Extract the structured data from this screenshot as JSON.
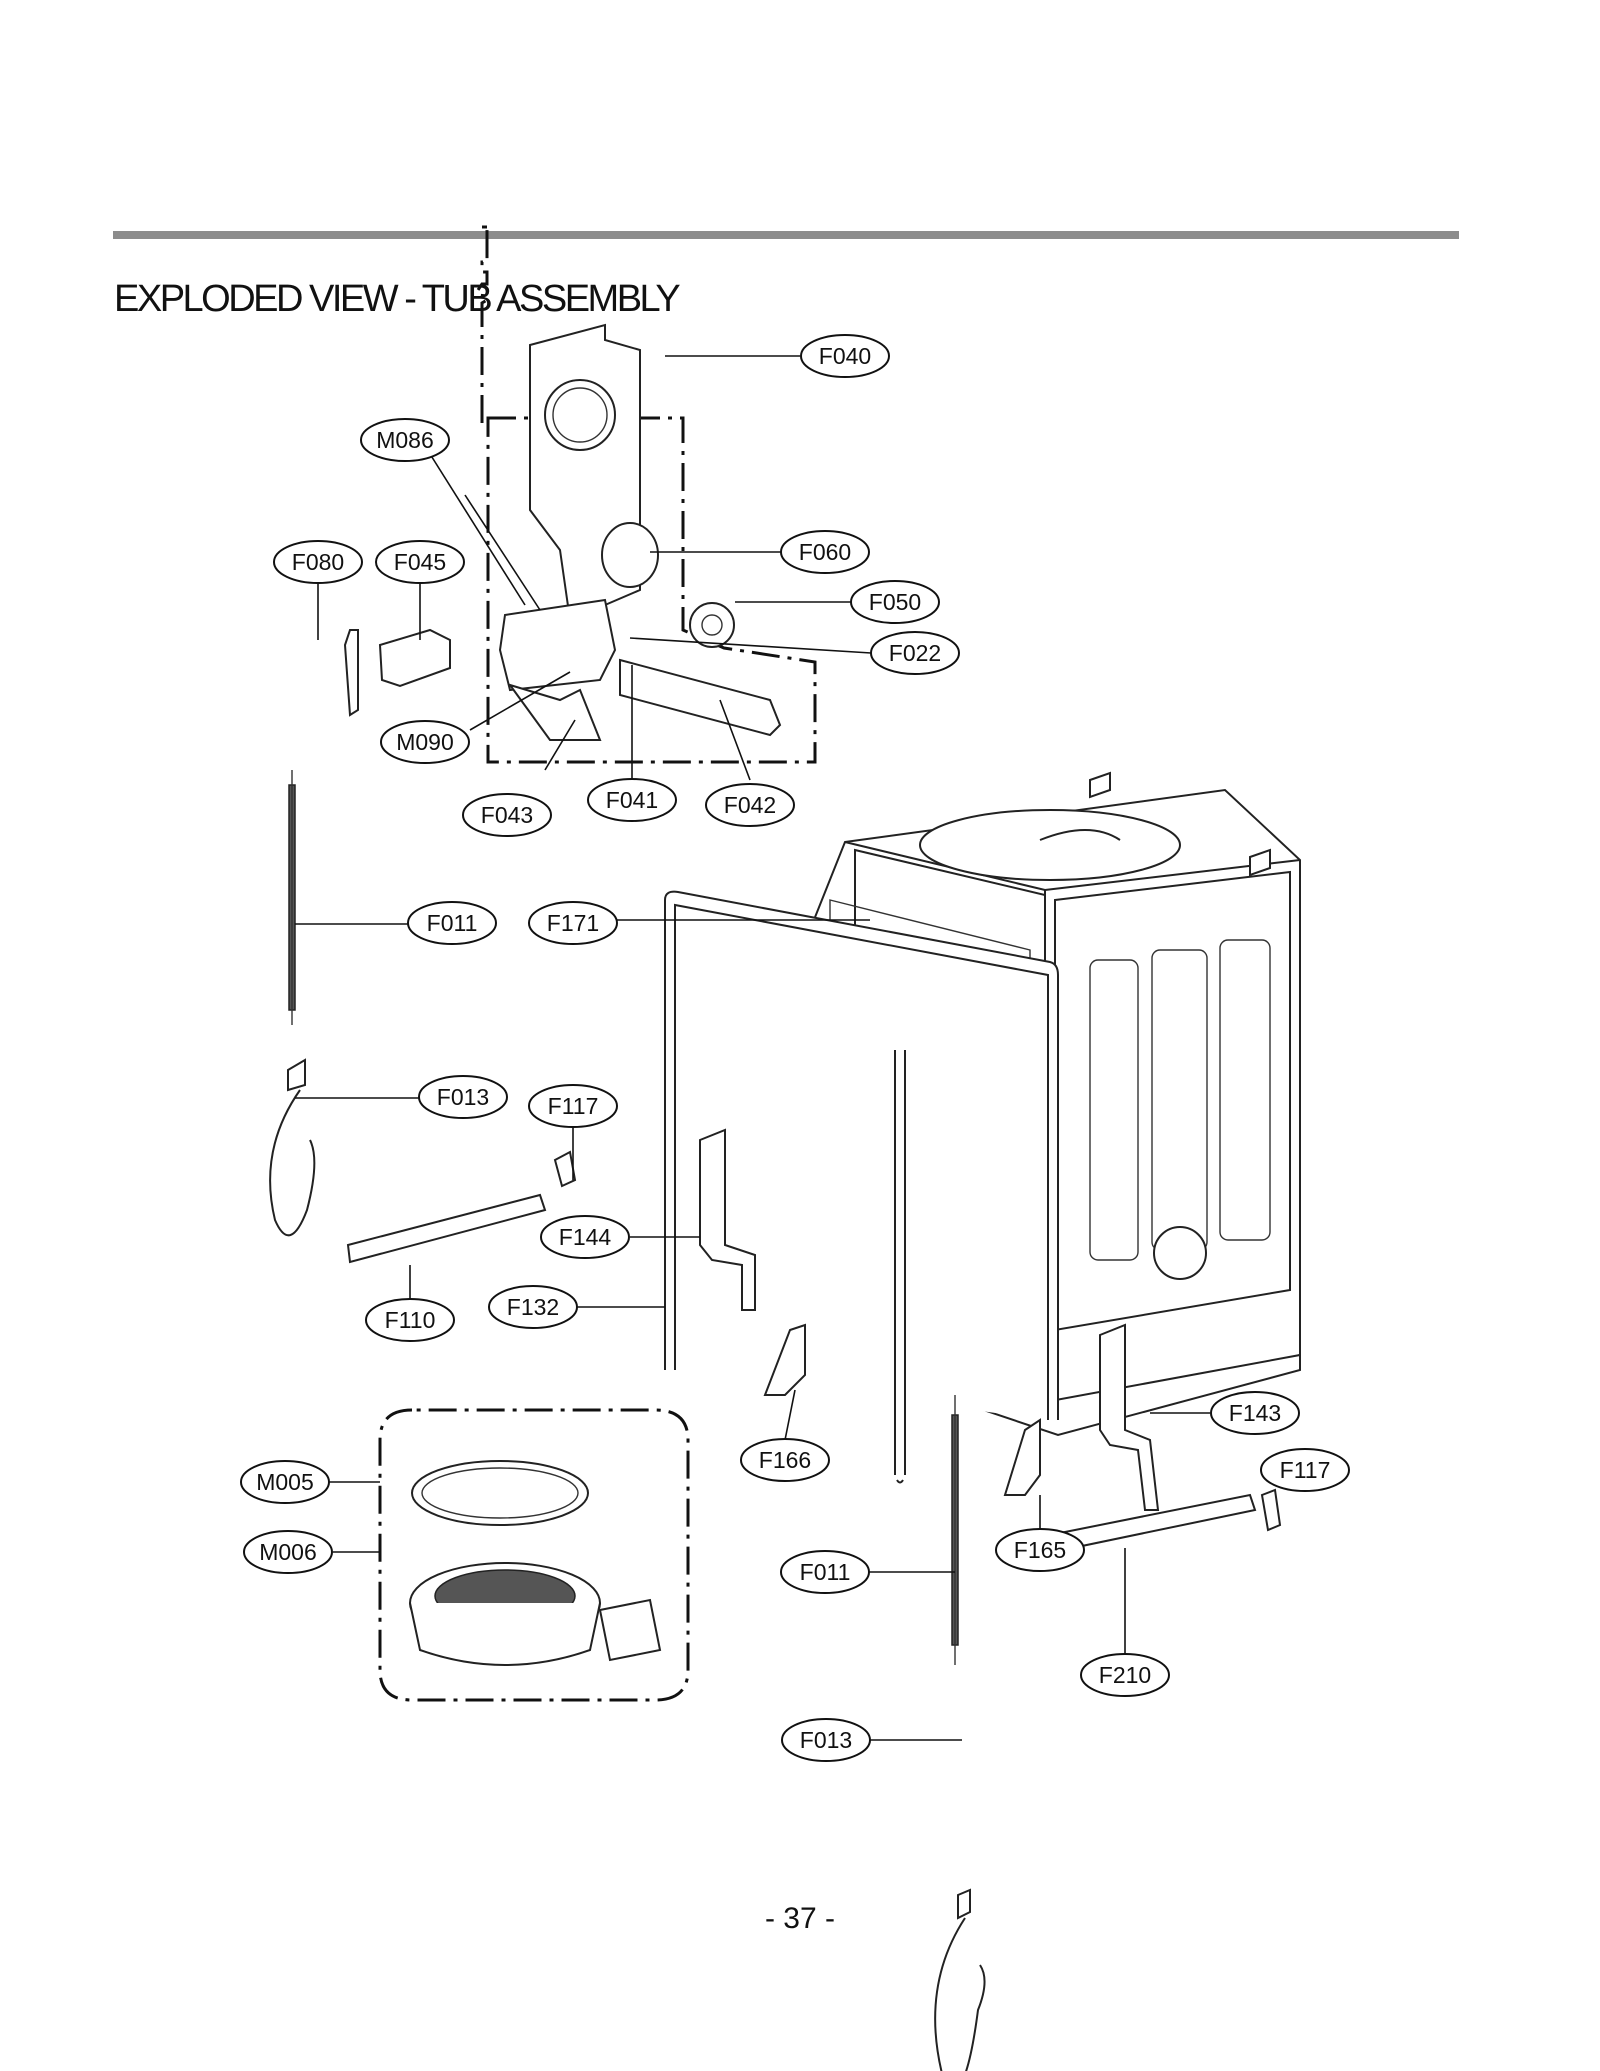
{
  "header": {
    "title": "EXPLODED VIEW - TUB ASSEMBLY"
  },
  "footer": {
    "page_number": "- 37 -"
  },
  "callouts": [
    {
      "id": "M086"
    },
    {
      "id": "F040"
    },
    {
      "id": "F080"
    },
    {
      "id": "F045"
    },
    {
      "id": "F060"
    },
    {
      "id": "F050"
    },
    {
      "id": "F022"
    },
    {
      "id": "M090"
    },
    {
      "id": "F043"
    },
    {
      "id": "F041"
    },
    {
      "id": "F042"
    },
    {
      "id": "F011"
    },
    {
      "id": "F171"
    },
    {
      "id": "F013"
    },
    {
      "id": "F117"
    },
    {
      "id": "F144"
    },
    {
      "id": "F110"
    },
    {
      "id": "F132"
    },
    {
      "id": "F143"
    },
    {
      "id": "M005"
    },
    {
      "id": "F166"
    },
    {
      "id": "F117"
    },
    {
      "id": "M006"
    },
    {
      "id": "F165"
    },
    {
      "id": "F011"
    },
    {
      "id": "F210"
    },
    {
      "id": "F013"
    }
  ]
}
